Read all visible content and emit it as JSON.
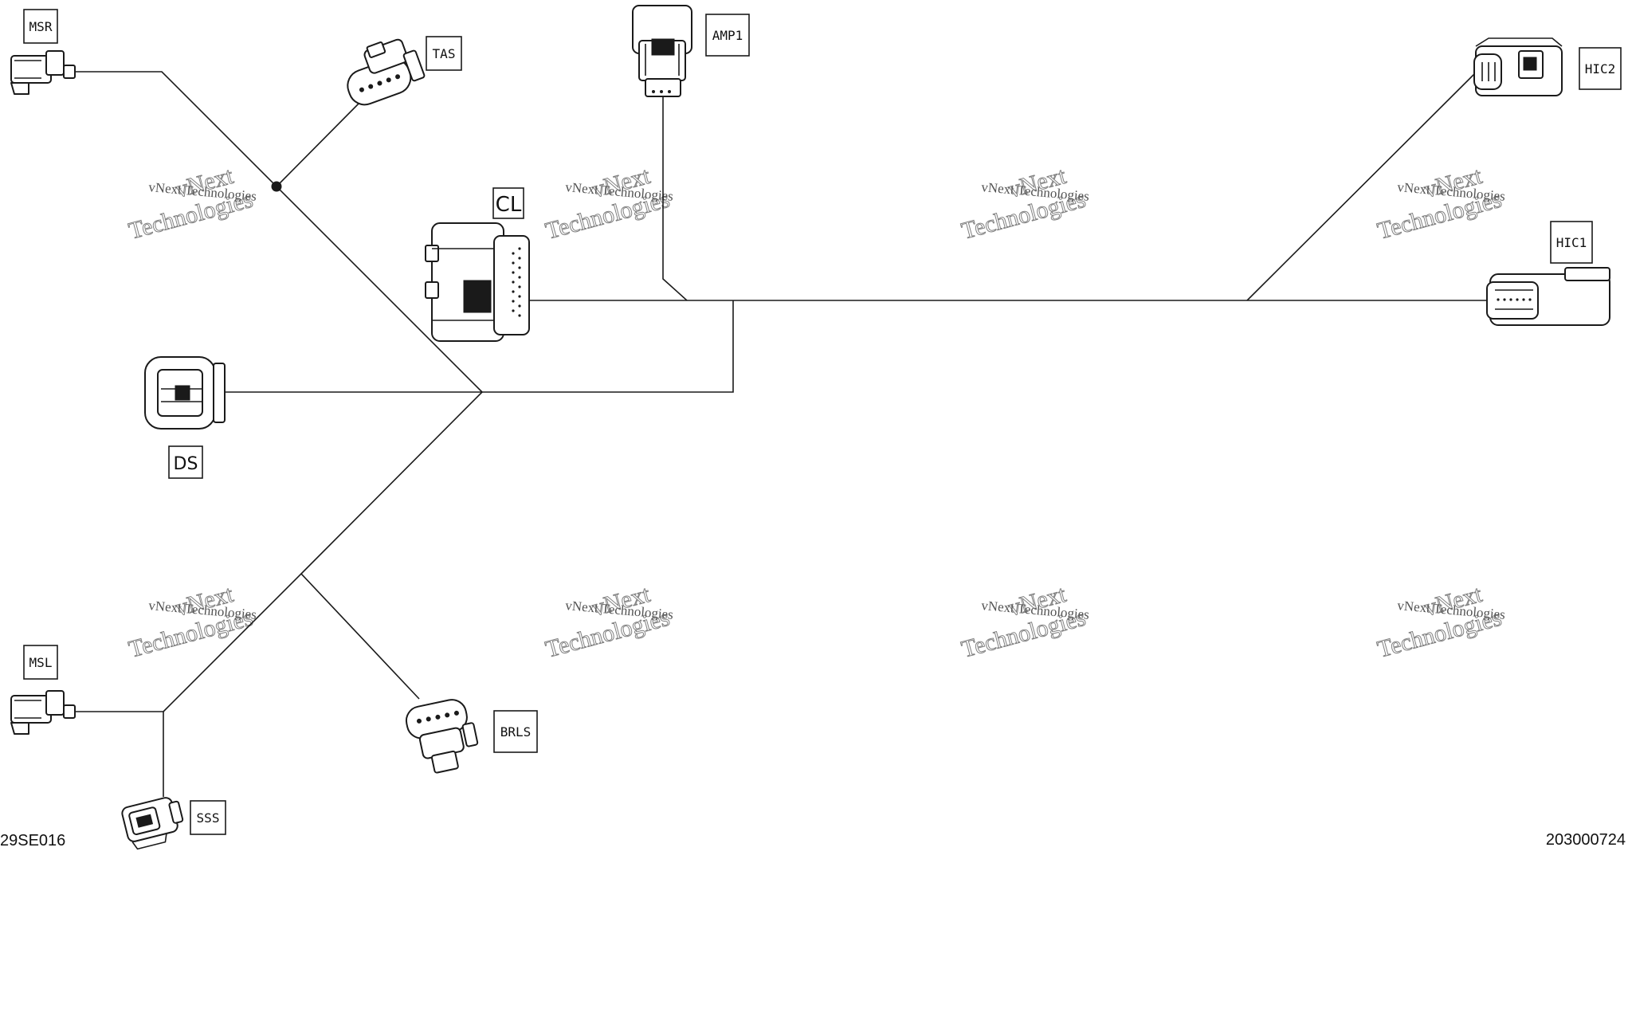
{
  "diagram": {
    "connectors": [
      {
        "id": "msr",
        "label": "MSR"
      },
      {
        "id": "tas",
        "label": "TAS"
      },
      {
        "id": "amp1",
        "label": "AMP1"
      },
      {
        "id": "cl",
        "label": "CL"
      },
      {
        "id": "hic2",
        "label": "HIC2"
      },
      {
        "id": "hic1",
        "label": "HIC1"
      },
      {
        "id": "ds",
        "label": "DS"
      },
      {
        "id": "msl",
        "label": "MSL"
      },
      {
        "id": "brls",
        "label": "BRLS"
      },
      {
        "id": "sss",
        "label": "SSS"
      }
    ],
    "reference_left": "29SE016",
    "reference_right": "203000724"
  },
  "watermark": {
    "line_small": "vNext Technologies",
    "line_outline_1": "vNext",
    "line_outline_2": "Technologies"
  }
}
